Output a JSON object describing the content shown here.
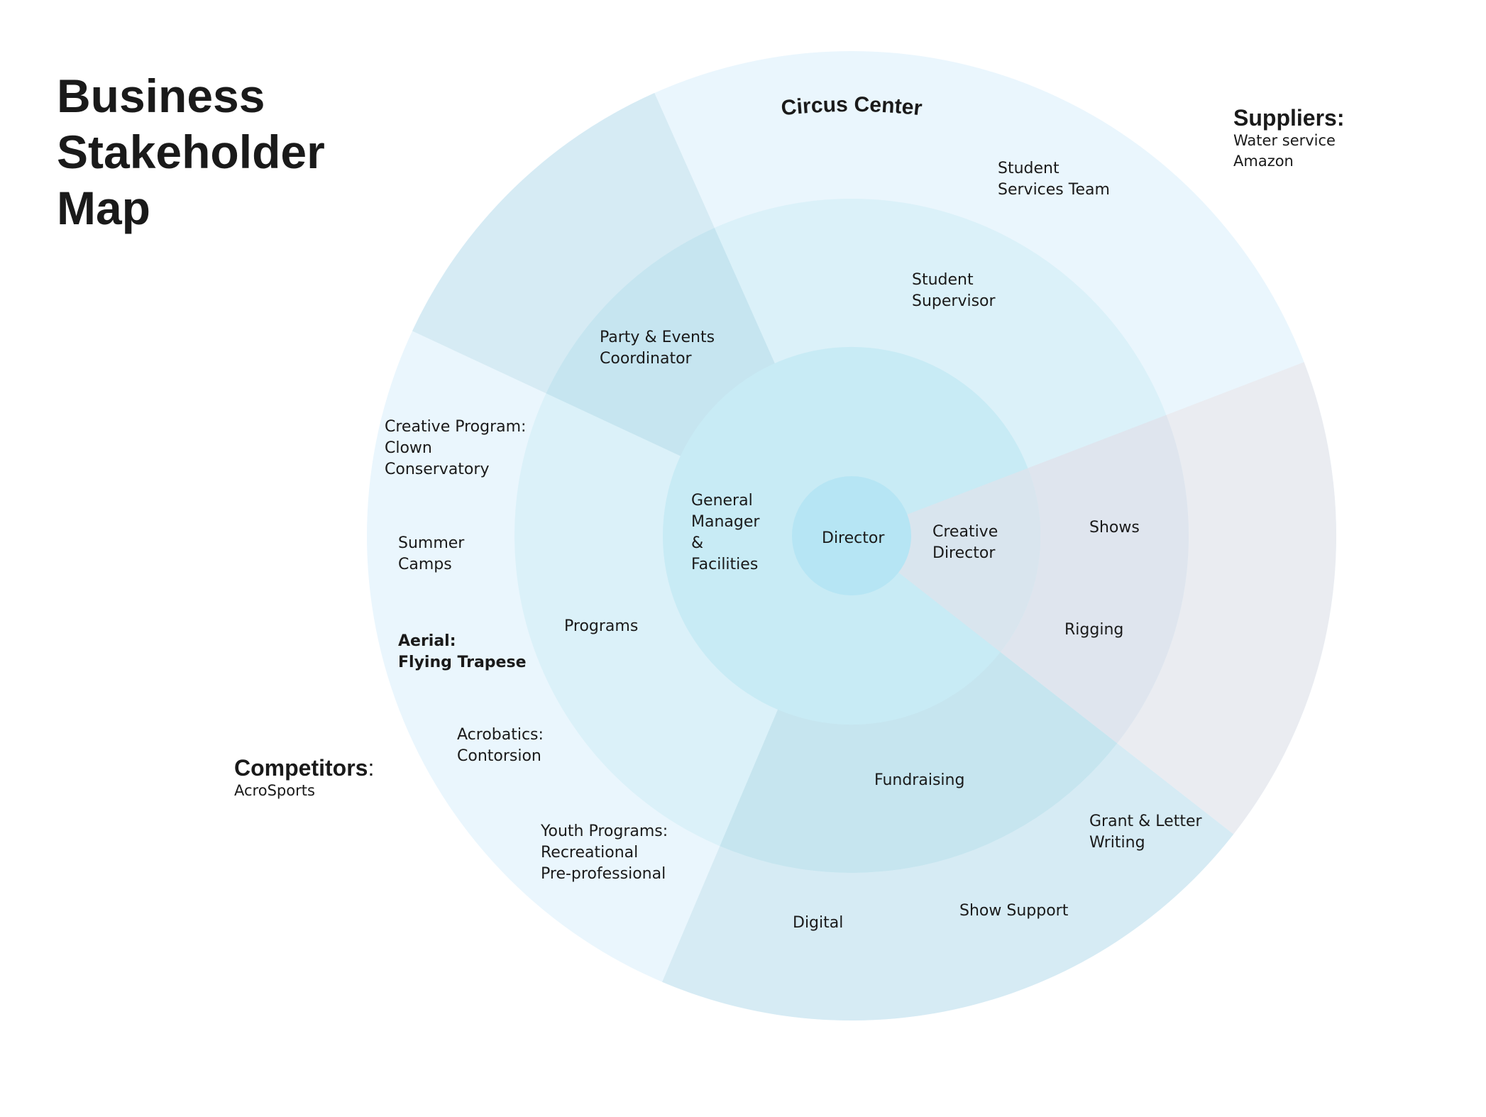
{
  "title_lines": [
    "Business",
    "Stakeholder",
    "Map"
  ],
  "arc_label": "Circus Center",
  "colors": {
    "outer_blue": "#eaf6fd",
    "outer_support": "#d6ebf4",
    "outer_shows": "#eaecf1",
    "middle_blue": "#dbf1f9",
    "middle_events": "#c6e5f0",
    "middle_fundraising": "#c6e5ef",
    "middle_shows": "#dfe5ee",
    "inner_blue": "#c8ebf5",
    "inner_shows": "#d9e5ee",
    "core": "#b6e5f4"
  },
  "suppliers": {
    "heading": "Suppliers:",
    "items": [
      "Water service",
      "Amazon"
    ]
  },
  "competitors": {
    "heading": "Competitors",
    "suffix": ":",
    "items": [
      "AcroSports"
    ]
  },
  "labels": {
    "director": [
      "Director"
    ],
    "general_manager": [
      "General",
      "Manager",
      "&",
      "Facilities"
    ],
    "creative_director": [
      "Creative",
      "Director"
    ],
    "student_supervisor": [
      "Student",
      "Supervisor"
    ],
    "party_events": [
      "Party & Events",
      "Coordinator"
    ],
    "programs": [
      "Programs"
    ],
    "fundraising": [
      "Fundraising"
    ],
    "shows": [
      "Shows"
    ],
    "rigging": [
      "Rigging"
    ],
    "student_services": [
      "Student",
      "Services Team"
    ],
    "creative_program": [
      "Creative Program:",
      "Clown",
      "Conservatory"
    ],
    "summer_camps": [
      "Summer",
      "Camps"
    ],
    "aerial": [
      "Aerial:",
      "Flying Trapese"
    ],
    "acrobatics": [
      "Acrobatics:",
      "Contorsion"
    ],
    "youth_programs": [
      "Youth Programs:",
      "Recreational",
      "Pre-professional"
    ],
    "grant_writing": [
      "Grant & Letter",
      "Writing"
    ],
    "show_support": [
      "Show Support"
    ],
    "digital": [
      "Digital"
    ]
  }
}
